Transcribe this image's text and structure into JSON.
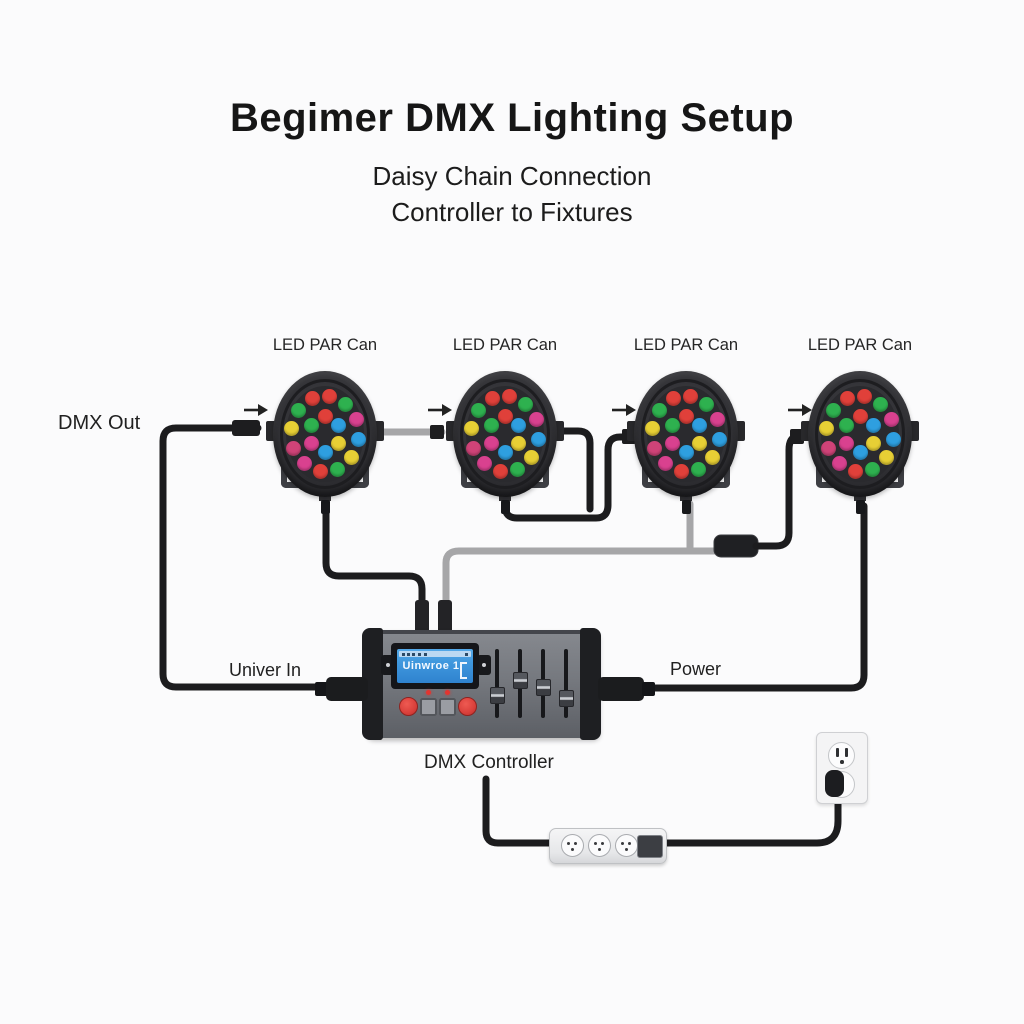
{
  "header": {
    "title": "Begimer DMX Lighting Setup",
    "subtitle_line1": "Daisy Chain Connection",
    "subtitle_line2": "Controller to Fixtures"
  },
  "labels": {
    "dmx_out": "DMX Out",
    "univer_in": "Univer In",
    "power": "Power",
    "dmx_controller": "DMX Controller"
  },
  "fixtures": [
    {
      "label": "LED PAR Can"
    },
    {
      "label": "LED PAR Can"
    },
    {
      "label": "LED PAR Can"
    },
    {
      "label": "LED PAR Can"
    }
  ],
  "controller": {
    "lcd_text": "Uinwroe 1",
    "fader_levels": [
      0.27,
      0.55,
      0.42,
      0.22
    ],
    "round_button_count": 2,
    "square_button_count": 2
  },
  "power_strip": {
    "outlets": 3
  },
  "led_colors": {
    "outer": [
      "#e0403a",
      "#2eb14f",
      "#d9418f",
      "#2e9fe0",
      "#e7cf35",
      "#2eb14f",
      "#e0403a",
      "#d9418f",
      "#cf4378",
      "#e7cf35",
      "#2eb14f",
      "#e0403a"
    ],
    "inner": [
      "#e0403a",
      "#2e9fe0",
      "#e7cf35",
      "#2e9fe0",
      "#d9418f",
      "#2eb14f"
    ]
  },
  "colors": {
    "cable": "#1c1c1e",
    "cable-gray": "#a6a6a8",
    "lcd-blue": "#3f97dd",
    "accent-red": "#d9403b",
    "fixture-body": "#303034",
    "controller-body": "#75787e"
  }
}
